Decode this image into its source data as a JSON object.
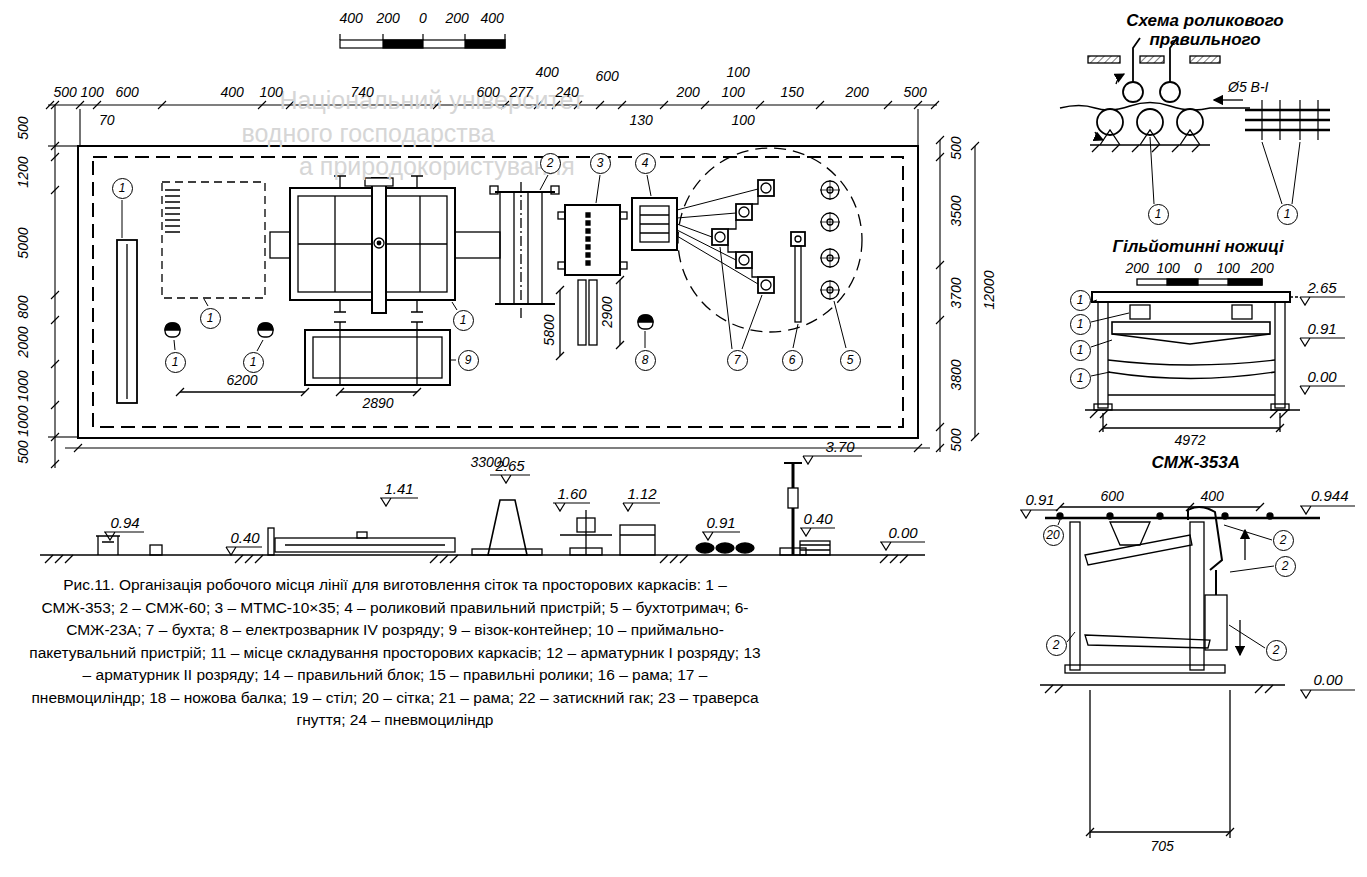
{
  "diagram": {
    "caption": "Рис.11. Організація робочого місця лінії для виготовлення сіток та просторових каркасів: 1 – СМЖ-353; 2 – СМЖ-60; 3 – МТМС-10×35; 4 – роликовий правильний пристрій; 5 – бухтотримач; 6-СМЖ-23А; 7 – бухта; 8 – електрозварник IV розряду; 9 – візок-контейнер; 10 – приймально-пакетувальний пристрій; 11 – місце складування просторових каркасів; 12 – арматурник І розряду; 13 – арматурник ІІ розряду; 14 – правильний блок; 15 – правильні ролики; 16 – рама; 17 – пневмоциліндр; 18 – ножова балка; 19 – стіл; 20 – сітка; 21 – рама; 22 – затискний гак; 23 – траверса гнуття; 24 – пневмоциліндр",
    "labels": [
      "400",
      "200",
      "0",
      "200",
      "400",
      "500",
      "100",
      "600",
      "400",
      "100",
      "740",
      "600",
      "277",
      "400",
      "240",
      "600",
      "200",
      "100",
      "100",
      "150",
      "200",
      "500",
      "70",
      "130",
      "100",
      "500",
      "1200",
      "5000",
      "800",
      "2000",
      "1000",
      "1000",
      "500",
      "500",
      "3500",
      "3700",
      "3800",
      "500",
      "12000",
      "6200",
      "2890",
      "5800",
      "2900",
      "33000",
      "1",
      "1",
      "1",
      "1",
      "1",
      "9",
      "2",
      "3",
      "4",
      "8",
      "7",
      "6",
      "5",
      "0.94",
      "0.40",
      "1.41",
      "2.65",
      "1.60",
      "1.12",
      "0.91",
      "3.70",
      "0.40",
      "0.00",
      "Схема роликового правильного",
      "Ø5 В-І",
      "1",
      "1",
      "Гільйотинні ножиці",
      "200",
      "100",
      "0",
      "100",
      "200",
      "1",
      "1",
      "1",
      "1",
      "2.65",
      "0.91",
      "0.00",
      "4972",
      "СМЖ-353А",
      "0.91",
      "600",
      "400",
      "0.944",
      "20",
      "2",
      "2",
      "2",
      "2",
      "0.00",
      "705",
      "Національний університет",
      "водного господарства",
      "а природокористування"
    ]
  }
}
